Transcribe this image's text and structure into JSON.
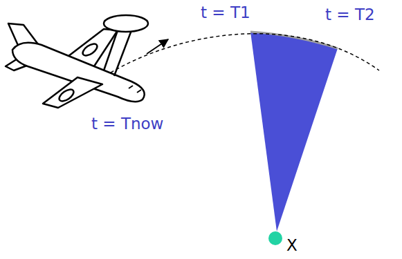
{
  "diagram": {
    "labels": [
      "t = T1",
      "t = T2",
      "t = Tnow",
      "X"
    ]
  }
}
